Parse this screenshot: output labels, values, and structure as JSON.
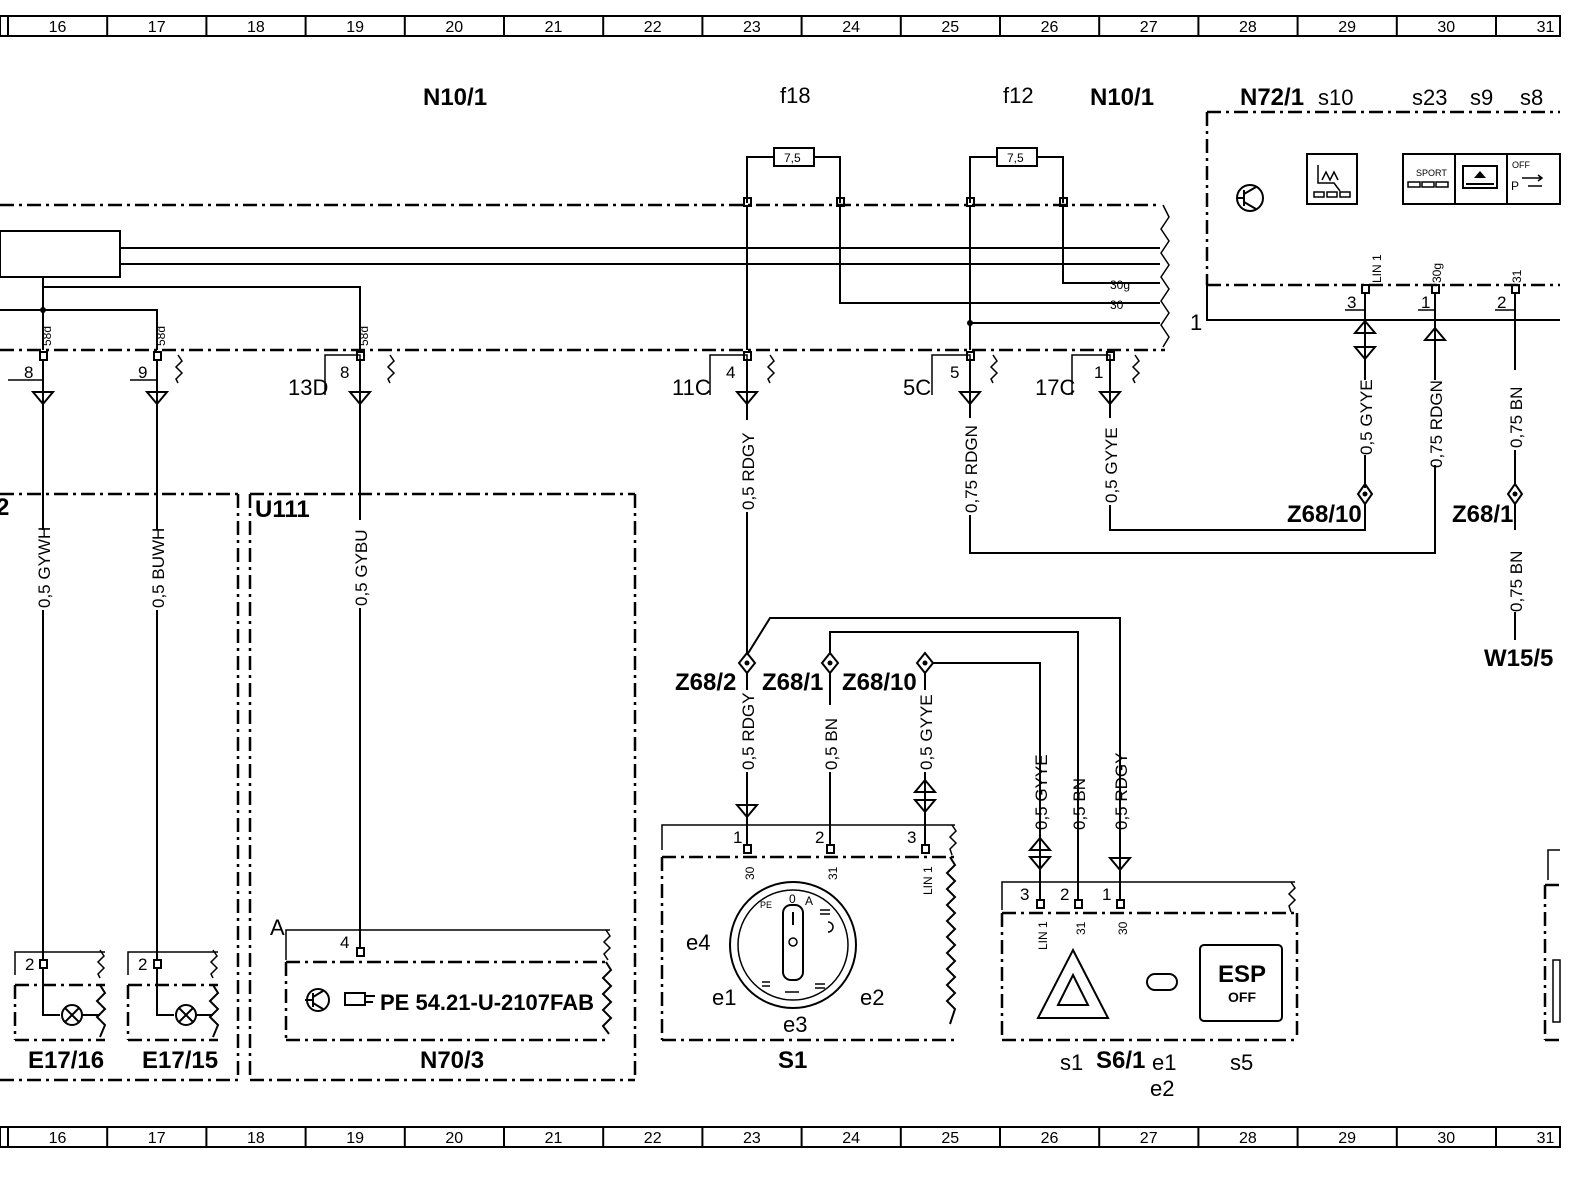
{
  "grid": {
    "columns": [
      "16",
      "17",
      "18",
      "19",
      "20",
      "21",
      "22",
      "23",
      "24",
      "25",
      "26",
      "27",
      "28",
      "29",
      "30",
      "31"
    ]
  },
  "components": {
    "n10_1_left": "N10/1",
    "n10_1_right": "N10/1",
    "f18": "f18",
    "f12": "f12",
    "fuse_rating_1": "7,5",
    "fuse_rating_2": "7,5",
    "n72_1": "N72/1",
    "s10": "s10",
    "s23": "s23",
    "s9": "s9",
    "s8": "s8",
    "sport": "SPORT",
    "off": "OFF",
    "u111": "U111",
    "e17_16": "E17/16",
    "e17_15": "E17/15",
    "n70_3": "N70/3",
    "pe_ref": "PE  54.21-U-2107FAB",
    "s1": "S1",
    "s6_1": "S6/1",
    "w15_5": "W15/5",
    "z68_10_top": "Z68/10",
    "z68_1_top": "Z68/1",
    "z68_2": "Z68/2",
    "z68_1": "Z68/1",
    "z68_10": "Z68/10",
    "esp": "ESP",
    "esp_off": "OFF",
    "e1": "e1",
    "e2": "e2",
    "e3": "e3",
    "e4": "e4",
    "s1_label": "s1",
    "s5": "s5",
    "s61_e1": "e1",
    "s61_e2": "e2",
    "a_label": "A",
    "pin_1_n72": "1"
  },
  "connectors": {
    "c13d": "13D",
    "c11c": "11C",
    "c5c": "5C",
    "c17c": "17C",
    "p8a": "8",
    "p9": "9",
    "p8b": "8",
    "p4": "4",
    "p5": "5",
    "p1": "1",
    "p3_n72": "3",
    "p1_n72": "1",
    "p2_n72": "2",
    "t58d": "58d",
    "t30g": "30g",
    "t30": "30",
    "t31": "31",
    "lin1": "LIN 1",
    "s1_p1": "1",
    "s1_p2": "2",
    "s1_p3": "3",
    "s6_p3": "3",
    "s6_p2": "2",
    "s6_p1": "1",
    "lamp_p2": "2",
    "n70_p4": "4"
  },
  "wires": {
    "w_gywh": "0,5  GYWH",
    "w_buwh": "0,5  BUWH",
    "w_gybu": "0,5  GYBU",
    "w_rdgy_top": "0,5  RDGY",
    "w_rdgn_top": "0,75  RDGN",
    "w_gyye_top": "0,5  GYYE",
    "w_gyye_n72": "0,5  GYYE",
    "w_rdgn_n72": "0,75  RDGN",
    "w_bn_n72": "0,75  BN",
    "w_bn_w15": "0,75  BN",
    "w_rdgy_s1": "0,5  RDGY",
    "w_bn_s1": "0,5  BN",
    "w_gyye_s1": "0,5  GYYE",
    "w_gyye_s6": "0,5  GYYE",
    "w_bn_s6": "0,5  BN",
    "w_rdgy_s6": "0,5  RDGY"
  },
  "switch_positions": {
    "zero": "0",
    "a": "A",
    "pe": "PE"
  }
}
